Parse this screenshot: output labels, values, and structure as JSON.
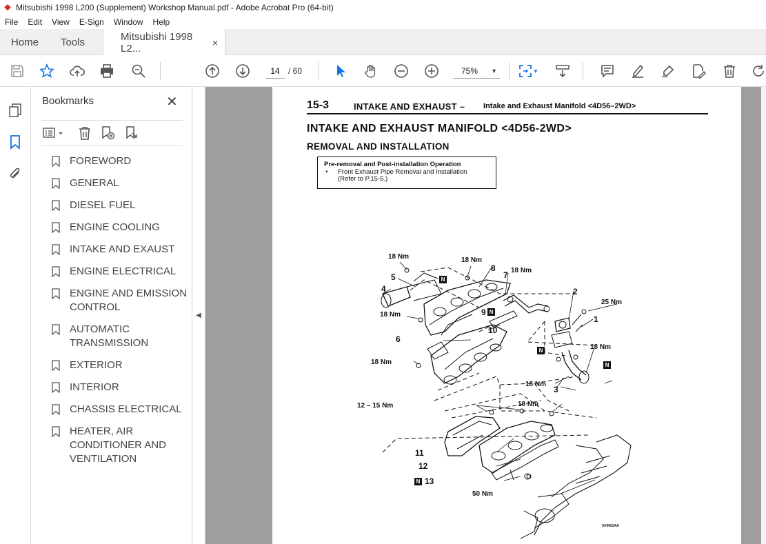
{
  "window": {
    "title": "Mitsubishi 1998 L200 (Supplement) Workshop Manual.pdf - Adobe Acrobat Pro (64-bit)",
    "app_icon": "acrobat-icon"
  },
  "menu": [
    "File",
    "Edit",
    "View",
    "E-Sign",
    "Window",
    "Help"
  ],
  "tabs": {
    "home": "Home",
    "tools": "Tools",
    "document": "Mitsubishi 1998 L2...",
    "close": "×"
  },
  "toolbar": {
    "page_current": "14",
    "page_total": "/ 60",
    "zoom": "75%"
  },
  "bookmarks": {
    "title": "Bookmarks",
    "close": "✕",
    "items": [
      {
        "label": "FOREWORD"
      },
      {
        "label": "GENERAL"
      },
      {
        "label": "DIESEL FUEL"
      },
      {
        "label": "ENGINE COOLING"
      },
      {
        "label": "INTAKE AND EXAUST"
      },
      {
        "label": "ENGINE ELECTRICAL"
      },
      {
        "label": "ENGINE AND EMISSION CONTROL"
      },
      {
        "label": "AUTOMATIC TRANSMISSION"
      },
      {
        "label": "EXTERIOR"
      },
      {
        "label": "INTERIOR"
      },
      {
        "label": "CHASSIS ELECTRICAL"
      },
      {
        "label": "HEATER, AIR CONDITIONER AND VENTILATION"
      }
    ]
  },
  "page": {
    "number": "15-3",
    "section": "INTAKE AND EXHAUST –",
    "subsection": "Intake and Exhaust Manifold <4D56–2WD>",
    "title": "INTAKE AND EXHAUST MANIFOLD <4D56-2WD>",
    "subtitle": "REMOVAL AND INSTALLATION",
    "op_heading": "Pre-removal and Post-installation Operation",
    "op_item_1": "Front Exhaust Pipe Removal and Installation",
    "op_item_2": "(Refer to P.15-5.)",
    "figure_code": "AV0663AA",
    "labels": {
      "t1": "18 Nm",
      "t2": "18 Nm",
      "t3": "18 Nm",
      "t4": "18 Nm",
      "t5": "18 Nm",
      "t6": "25 Nm",
      "t7": "18 Nm",
      "t8": "18 Nm",
      "t9": "18 Nm",
      "t10": "12 – 15 Nm",
      "t11": "50 Nm",
      "n1": "1",
      "n2": "2",
      "n3": "3",
      "n4": "4",
      "n5": "5",
      "n6": "6",
      "n7": "7",
      "n8": "8",
      "n9": "9",
      "n10": "10",
      "n11": "11",
      "n12": "12",
      "n13": "13",
      "nb": "N"
    }
  }
}
